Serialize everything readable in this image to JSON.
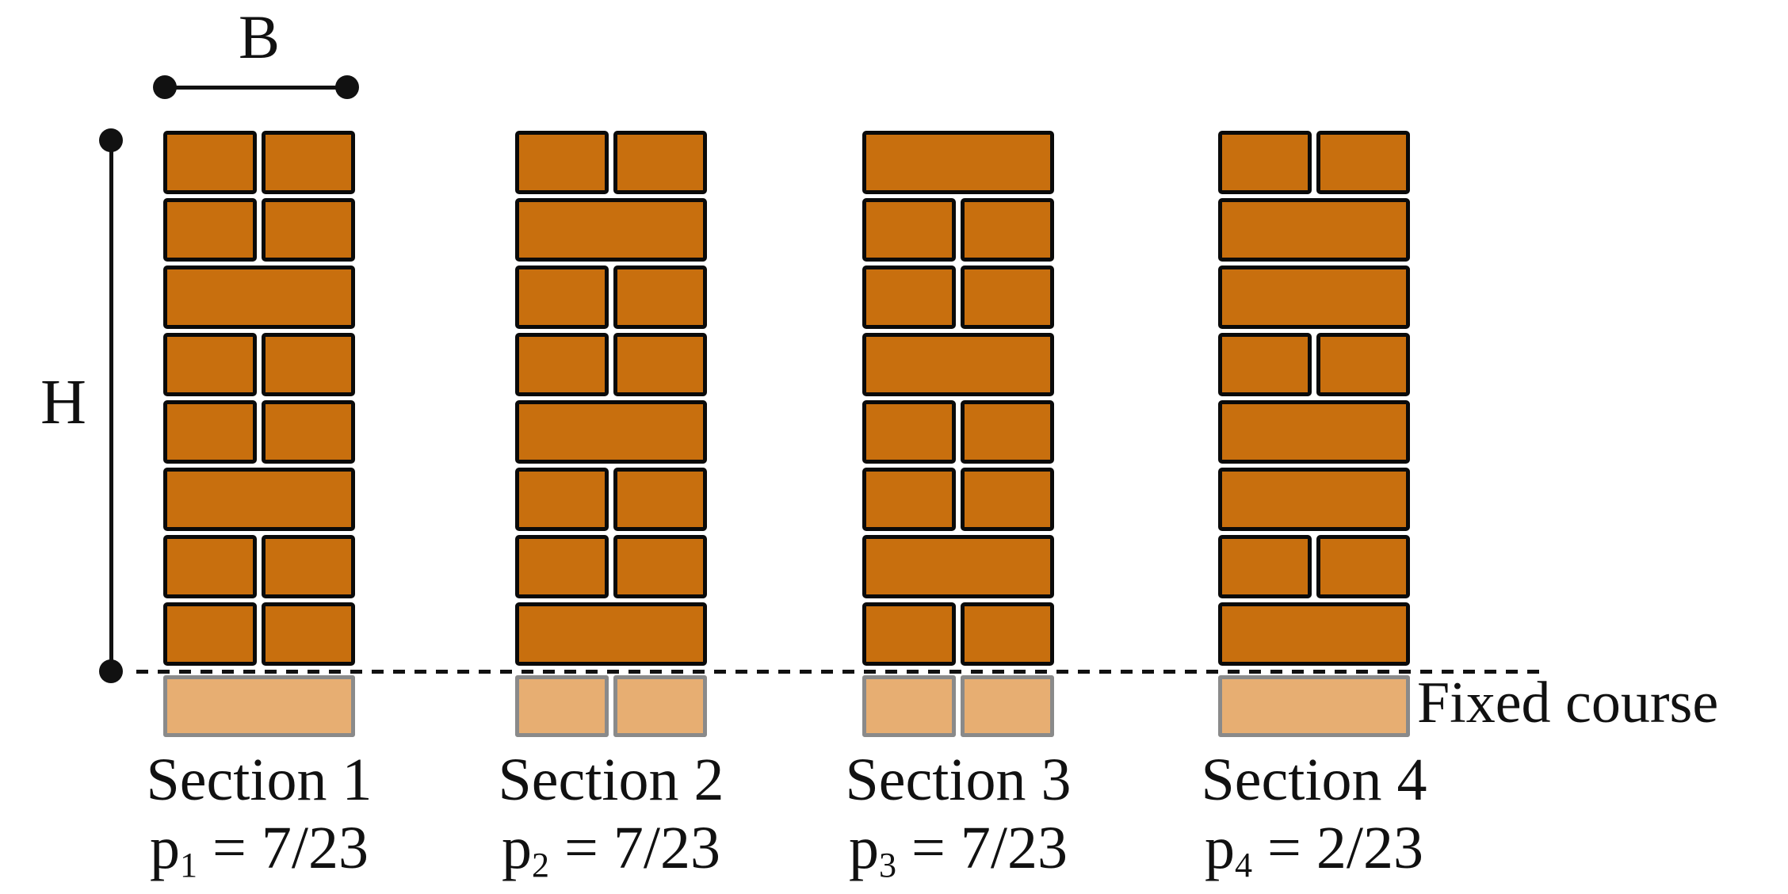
{
  "figure": {
    "width_dim_label": "B",
    "height_dim_label": "H",
    "fixed_course_label": "Fixed course"
  },
  "colors": {
    "brick_fill": "#C86F0E",
    "brick_border": "#0A0A0A",
    "fixed_fill": "#E7AE72",
    "fixed_border": "#8A8A8A",
    "line_color": "#111111"
  },
  "sections": [
    {
      "title": "Section 1",
      "p_base": "p",
      "p_sub": "1",
      "p_value": " = 7/23",
      "courses": [
        "HH",
        "HH",
        "F",
        "HH",
        "HH",
        "F",
        "HH",
        "HH"
      ],
      "fixed_course": "F"
    },
    {
      "title": "Section 2",
      "p_base": "p",
      "p_sub": "2",
      "p_value": " = 7/23",
      "courses": [
        "HH",
        "F",
        "HH",
        "HH",
        "F",
        "HH",
        "HH",
        "F"
      ],
      "fixed_course": "HH"
    },
    {
      "title": "Section 3",
      "p_base": "p",
      "p_sub": "3",
      "p_value": " = 7/23",
      "courses": [
        "F",
        "HH",
        "HH",
        "F",
        "HH",
        "HH",
        "F",
        "HH"
      ],
      "fixed_course": "HH"
    },
    {
      "title": "Section 4",
      "p_base": "p",
      "p_sub": "4",
      "p_value": " = 2/23",
      "courses": [
        "HH",
        "F",
        "F",
        "HH",
        "F",
        "F",
        "HH",
        "F"
      ],
      "fixed_course": "F"
    }
  ]
}
